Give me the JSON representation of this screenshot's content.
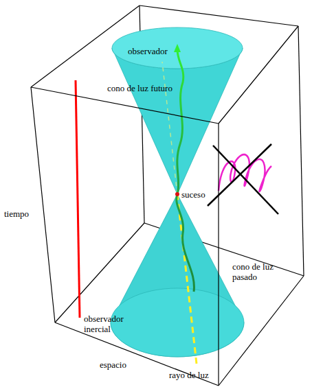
{
  "diagram": {
    "labels": [
      "observador",
      "cono de luz futuro",
      "suceso",
      "tiempo",
      "cono de luz pasado",
      "observador inercial",
      "espacio",
      "rayo de luz"
    ]
  }
}
